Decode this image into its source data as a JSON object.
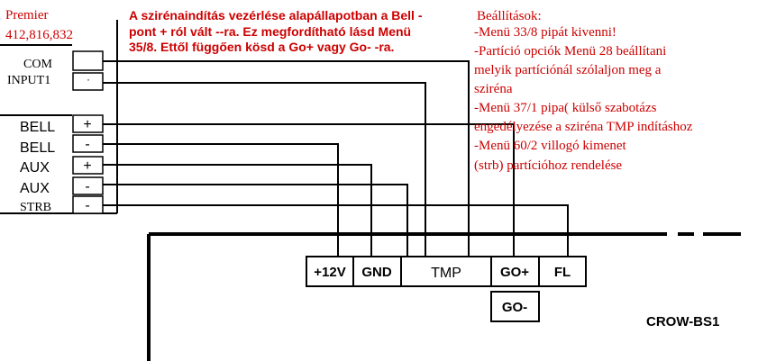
{
  "panel": {
    "title_line1": "Premier",
    "title_line2": "412,816,832",
    "terminals": [
      {
        "label": "COM",
        "mark": ""
      },
      {
        "label": "INPUT1",
        "mark": "·"
      },
      {
        "label": "BELL",
        "mark": "+"
      },
      {
        "label": "BELL",
        "mark": "-"
      },
      {
        "label": "AUX",
        "mark": "+"
      },
      {
        "label": "AUX",
        "mark": "-"
      },
      {
        "label": "STRB",
        "mark": "-"
      }
    ]
  },
  "note_middle": [
    "A szirénaindítás vezérlése alapállapotban a Bell -",
    "pont + ról vált --ra. Ez megfordítható lásd Menü",
    "35/8. Ettől függően kösd a Go+ vagy Go- -ra."
  ],
  "settings": {
    "title": "Beállítások:",
    "lines": [
      "-Menü 33/8 pipát kivenni!",
      "-Partíció opciók Menü 28 beállítani",
      "melyik partíciónál szólaljon meg a",
      "sziréna",
      "-Menü 37/1 pipa( külső szabotázs",
      "engedélyezése a sziréna TMP indításhoz",
      "-Menü 60/2 villogó kimenet",
      "(strb) partícióhoz rendelése"
    ]
  },
  "siren": {
    "model": "CROW-BS1",
    "terminals": [
      "+12V",
      "GND",
      "TMP",
      "GO+",
      "FL"
    ],
    "lower_terminal": "GO-"
  },
  "colors": {
    "note": "#cc0000",
    "line": "#000000",
    "background": "#ffffff"
  }
}
